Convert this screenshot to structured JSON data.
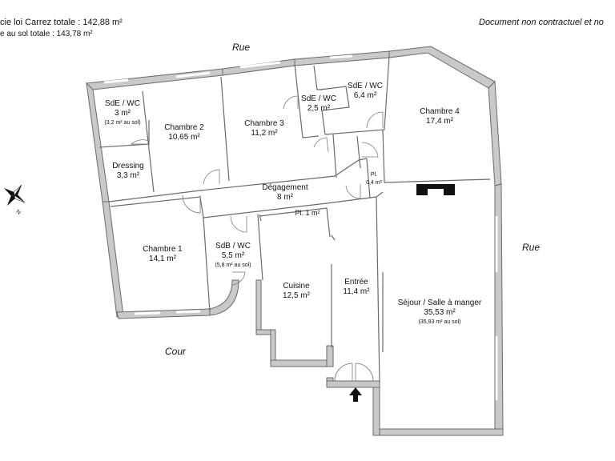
{
  "header": {
    "carrez_total": "cie loi Carrez totale :  142,88 m²",
    "surface_sol": "e au sol totale :  143,78 m²",
    "disclaimer": "Document non contractuel et no"
  },
  "streets": {
    "top": "Rue",
    "right": "Rue",
    "bottom_left": "Cour"
  },
  "compass": {
    "north": "N"
  },
  "rooms": [
    {
      "id": "sde-wc-1",
      "name": "SdE / WC",
      "area": "3 m²",
      "note": "(3,2 m² au sol)"
    },
    {
      "id": "chambre-2",
      "name": "Chambre 2",
      "area": "10,65 m²"
    },
    {
      "id": "chambre-3",
      "name": "Chambre 3",
      "area": "11,2 m²"
    },
    {
      "id": "sde-wc-2",
      "name": "SdE / WC",
      "area": "2,5 m²"
    },
    {
      "id": "sde-wc-3",
      "name": "SdE / WC",
      "area": "6,4 m²"
    },
    {
      "id": "chambre-4",
      "name": "Chambre 4",
      "area": "17,4 m²"
    },
    {
      "id": "dressing",
      "name": "Dressing",
      "area": "3,3 m²"
    },
    {
      "id": "degagement",
      "name": "Dégagement",
      "area": "8 m²"
    },
    {
      "id": "placard-1",
      "name": "Pl.",
      "area": "0,4 m²"
    },
    {
      "id": "placard-2",
      "name": "Pl. 1 m²",
      "area": ""
    },
    {
      "id": "chambre-1",
      "name": "Chambre 1",
      "area": "14,1 m²"
    },
    {
      "id": "sdb-wc",
      "name": "SdB / WC",
      "area": "5,5 m²",
      "note": "(5,8 m² au sol)"
    },
    {
      "id": "cuisine",
      "name": "Cuisine",
      "area": "12,5 m²"
    },
    {
      "id": "entree",
      "name": "Entrée",
      "area": "11,4 m²"
    },
    {
      "id": "sejour",
      "name": "Séjour / Salle à manger",
      "area": "35,53 m²",
      "note": "(35,93 m² au sol)"
    }
  ],
  "icons": {
    "entrance": "entrance-arrow-icon",
    "compass": "compass-rose-icon",
    "fireplace": "fireplace-icon"
  }
}
